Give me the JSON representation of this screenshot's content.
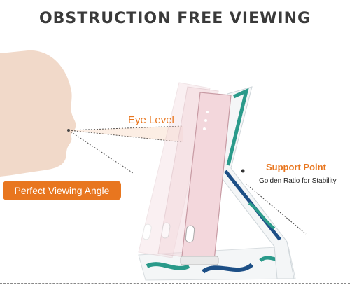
{
  "title": "OBSTRUCTION FREE VIEWING",
  "labels": {
    "eye_level": "Eye Level",
    "support_point": "Support Point",
    "support_subtitle": "Golden Ratio for Stability",
    "viewing_angle": "Perfect Viewing Angle"
  },
  "colors": {
    "accent": "#e8761f",
    "face": "#f1d9c9",
    "case_teal": "#2a9a8a",
    "case_blue": "#1d4f86",
    "phone_pink": "#f3d7dc",
    "text_dark": "#3a3a3a"
  }
}
